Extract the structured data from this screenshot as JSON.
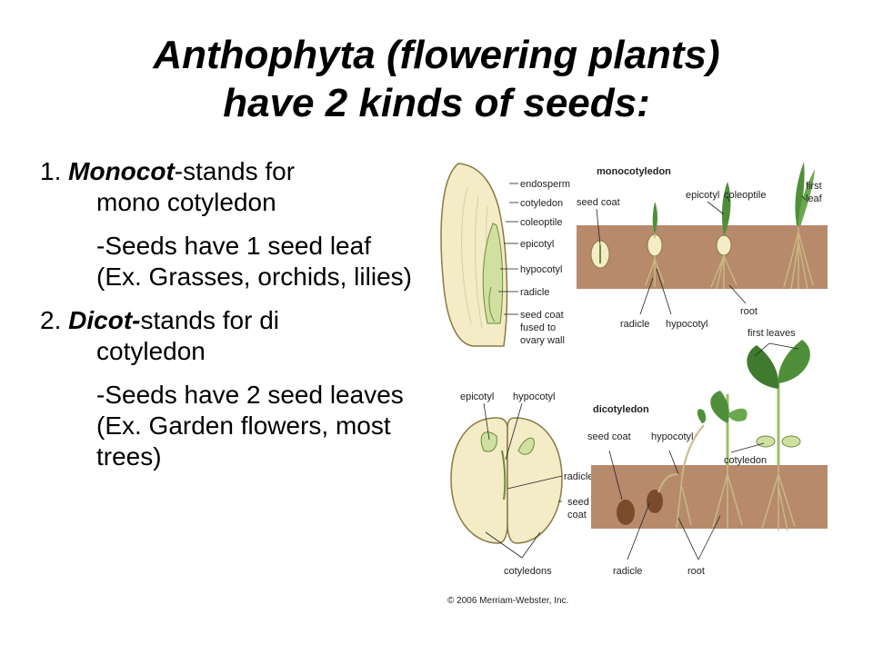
{
  "title": {
    "line1": "Anthophyta (flowering plants)",
    "line2": "have 2 kinds of seeds:"
  },
  "body": {
    "mono_num": "1. ",
    "mono_term": "Monocot",
    "mono_rest": "-stands for",
    "mono_cont": "mono cotyledon",
    "mono_desc": "-Seeds have 1 seed leaf (Ex. Grasses, orchids, lilies)",
    "di_num": "2. ",
    "di_term": "Dicot-",
    "di_rest": "stands for di",
    "di_cont": "cotyledon",
    "di_desc": "-Seeds have 2 seed leaves (Ex. Garden flowers, most trees)"
  },
  "figure": {
    "mono_heading": "monocotyledon",
    "di_heading": "dicotyledon",
    "mono_seed_labels": [
      "endosperm",
      "cotyledon",
      "coleoptile",
      "epicotyl",
      "hypocotyl",
      "radicle",
      "seed coat",
      "fused to",
      "ovary wall"
    ],
    "mono_seq_labels": {
      "seed_coat": "seed coat",
      "epicotyl": "epicotyl",
      "coleoptile": "coleoptile",
      "first_leaf_1": "first",
      "first_leaf_2": "leaf",
      "radicle": "radicle",
      "hypocotyl": "hypocotyl",
      "root": "root"
    },
    "di_seed_labels": {
      "epicotyl": "epicotyl",
      "hypocotyl": "hypocotyl",
      "radicle": "radicle",
      "seed_coat_1": "seed",
      "seed_coat_2": "coat",
      "cotyledons": "cotyledons"
    },
    "di_seq_labels": {
      "seed_coat": "seed coat",
      "hypocotyl": "hypocotyl",
      "first_leaves": "first leaves",
      "cotyledon": "cotyledon",
      "radicle": "radicle",
      "root": "root"
    },
    "copyright": "© 2006 Merriam-Webster, Inc.",
    "colors": {
      "soil": "#b78a6c",
      "seed": "#f3ecc6",
      "seed_outline": "#8a7a45",
      "leaf": "#4f8f3a",
      "root": "#c9b884"
    }
  }
}
